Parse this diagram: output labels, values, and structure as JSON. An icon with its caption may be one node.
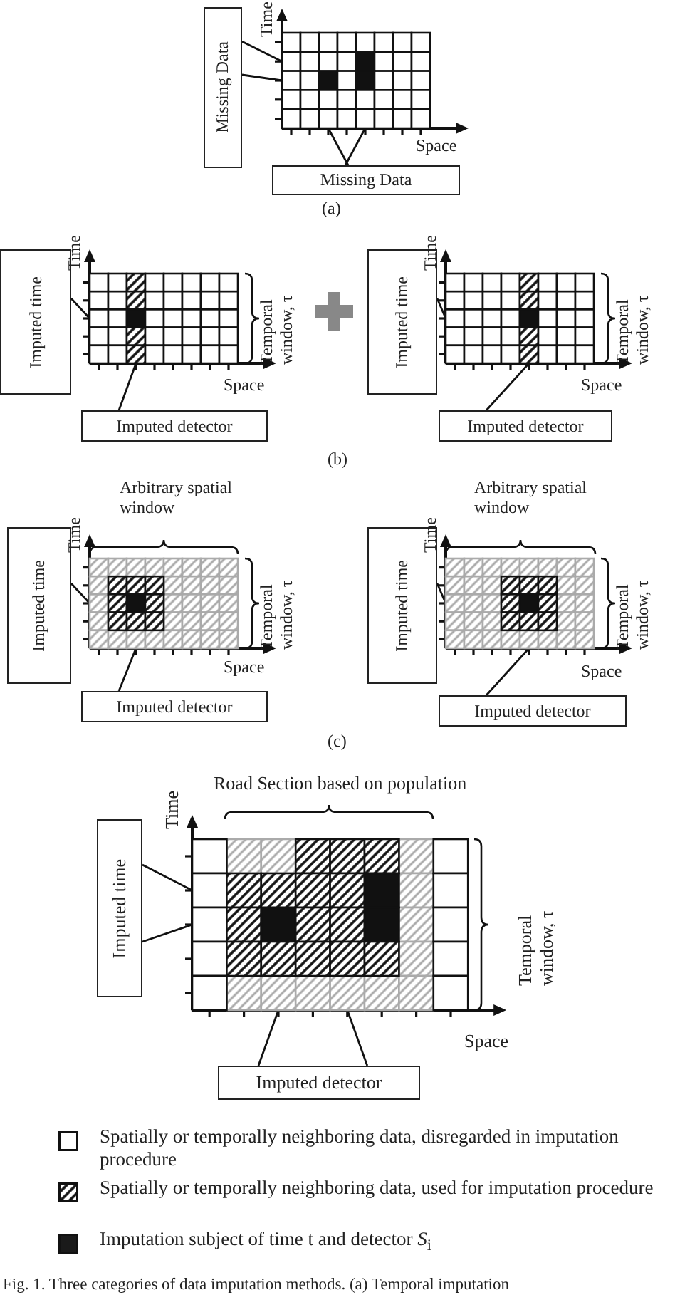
{
  "diagram": {
    "caption": "Fig. 1. Three categories of data imputation methods. (a) Temporal imputation",
    "nodes": [
      {
        "text": [
          "Missing Data"
        ]
      },
      {
        "text": [],
        "shape": "grid"
      },
      {
        "text": [
          "Missing Data"
        ]
      },
      {
        "text": [
          "Imputed time"
        ]
      },
      {
        "text": [],
        "shape": "grid"
      },
      {
        "text": [
          "Imputed detector"
        ]
      },
      {
        "text": [
          "Imputed time"
        ]
      },
      {
        "text": [],
        "shape": "grid"
      },
      {
        "text": [
          "Imputed detector"
        ]
      },
      {
        "text": [
          "Imputed time"
        ]
      },
      {
        "text": [],
        "shape": "grid"
      },
      {
        "text": [
          "Imputed detector"
        ]
      },
      {
        "text": [
          "Imputed time"
        ]
      },
      {
        "text": [],
        "shape": "grid"
      },
      {
        "text": [
          "Imputed detector"
        ]
      },
      {
        "text": [
          "Imputed time"
        ]
      },
      {
        "text": [],
        "shape": "grid"
      },
      {
        "text": [
          "Imputed detector"
        ]
      }
    ],
    "edges": [
      {
        "from": 0,
        "to": 1,
        "arrow": "none"
      },
      {
        "from": 0,
        "to": 1,
        "arrow": "none"
      },
      {
        "from": 2,
        "to": 1,
        "arrow": "none"
      },
      {
        "from": 2,
        "to": 1,
        "arrow": "none"
      },
      {
        "from": 3,
        "to": 4,
        "arrow": "none"
      },
      {
        "from": 5,
        "to": 4,
        "arrow": "none"
      },
      {
        "from": 6,
        "to": 7,
        "arrow": "none"
      },
      {
        "from": 8,
        "to": 7,
        "arrow": "none"
      },
      {
        "from": 9,
        "to": 10,
        "arrow": "none"
      },
      {
        "from": 11,
        "to": 10,
        "arrow": "none"
      },
      {
        "from": 12,
        "to": 13,
        "arrow": "none"
      },
      {
        "from": 14,
        "to": 13,
        "arrow": "none"
      },
      {
        "from": 15,
        "to": 16,
        "arrow": "none"
      },
      {
        "from": 15,
        "to": 16,
        "arrow": "none"
      },
      {
        "from": 17,
        "to": 16,
        "arrow": "none"
      },
      {
        "from": 17,
        "to": 16,
        "arrow": "none"
      }
    ],
    "labels": [
      "Time",
      "Space",
      "(a)",
      "Time",
      "Temporal window, τ",
      "Space",
      "Time",
      "Temporal window, τ",
      "Space",
      "(b)",
      "Arbitrary spatial window",
      "Time",
      "Temporal window, τ",
      "Space",
      "Arbitrary spatial window",
      "Time",
      "Temporal window, τ",
      "Space",
      "(c)",
      "Road Section based on population",
      "Time",
      "Temporal window, τ",
      "Space"
    ],
    "legend": [
      {
        "text": "Spatially or temporally neighboring data, disregarded in imputation procedure",
        "color": "#ffffff"
      },
      {
        "text": "Spatially or temporally neighboring data, used for imputation procedure"
      },
      {
        "text": "Imputation subject of time t and detector *S*$_{i}$",
        "color": "#1a1a1a"
      }
    ]
  }
}
